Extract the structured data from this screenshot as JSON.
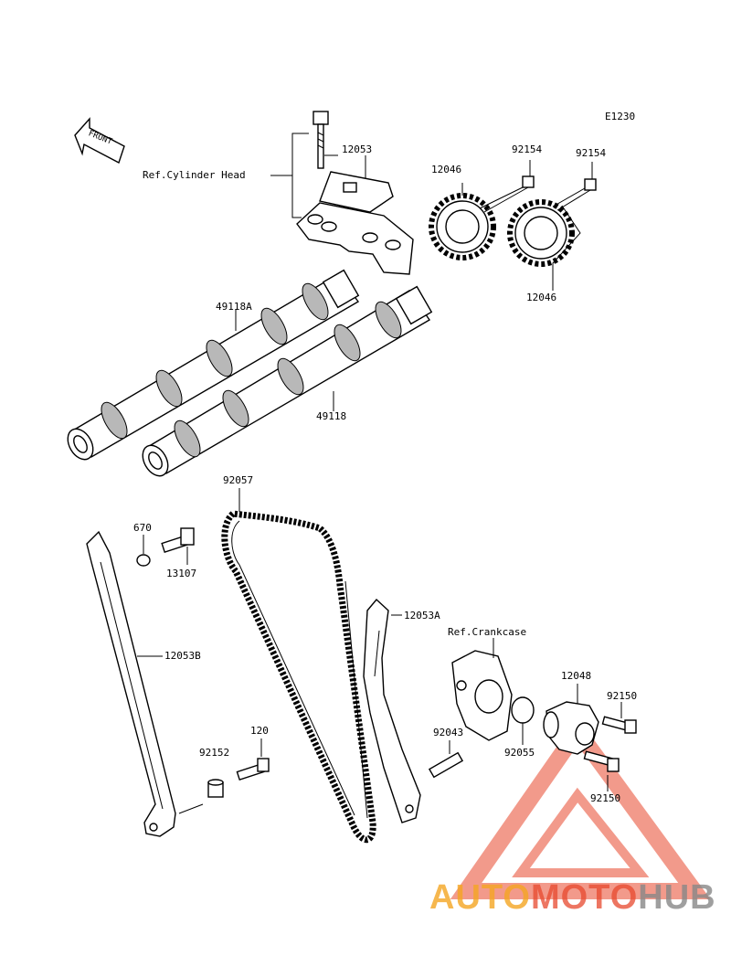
{
  "diagram_code": "E1230",
  "front_label": "FRONT",
  "labels": {
    "p12053": "12053",
    "ref_cyl_head": "Ref.Cylinder Head",
    "p12046_top": "12046",
    "p92154_a": "92154",
    "p92154_b": "92154",
    "p12046_bottom": "12046",
    "p49118A": "49118A",
    "p49118": "49118",
    "p92057": "92057",
    "p670": "670",
    "p13107": "13107",
    "p12053A": "12053A",
    "ref_crankcase": "Ref.Crankcase",
    "p12053B": "12053B",
    "p12048": "12048",
    "p92150_a": "92150",
    "p92043": "92043",
    "p92055": "92055",
    "p120": "120",
    "p92152": "92152",
    "p92150_b": "92150"
  },
  "watermark": {
    "part1": "AUTO",
    "part2": "MOTO",
    "part3": "HUB",
    "color1": "#f5a623",
    "color2": "#e8492e",
    "color3": "#888888",
    "logo_color": "#e8492e"
  }
}
